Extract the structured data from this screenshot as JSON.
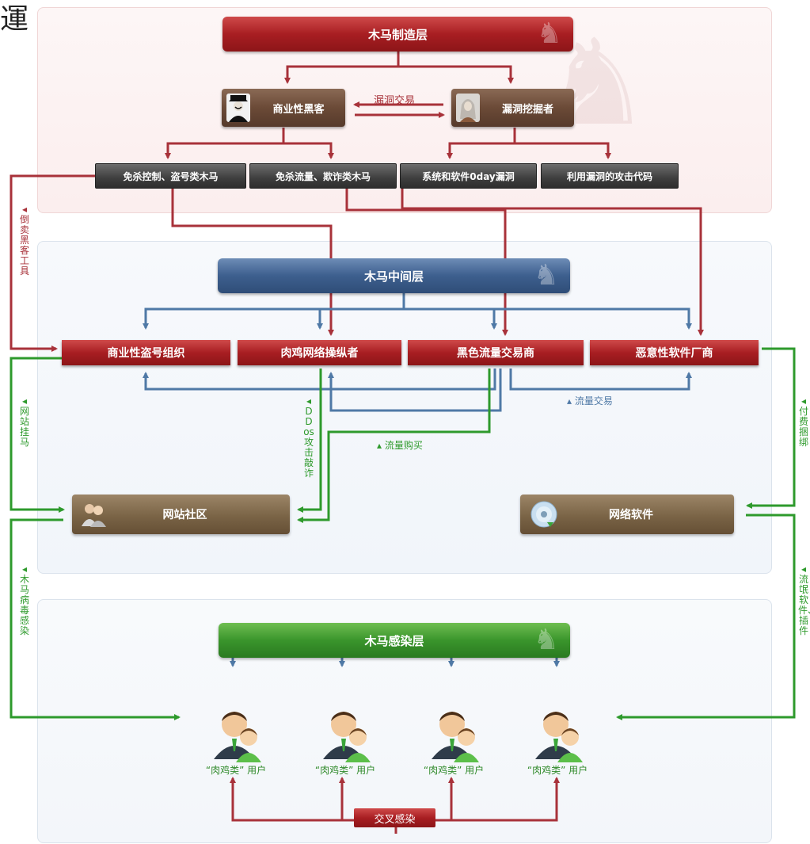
{
  "corner_text": "運",
  "layers": {
    "make": "木马制造层",
    "mid": "木马中间层",
    "infect": "木马感染层"
  },
  "actors": {
    "hacker": "商业性黑客",
    "vuln_digger": "漏洞挖掘者",
    "vuln_trade": "漏洞交易"
  },
  "products": [
    "免杀控制、盗号类木马",
    "免杀流量、欺诈类木马",
    "系统和软件0day漏洞",
    "利用漏洞的攻击代码"
  ],
  "middle": [
    "商业性盗号组织",
    "肉鸡网络操纵者",
    "黑色流量交易商",
    "恶意性软件厂商"
  ],
  "targets": {
    "site": "网站社区",
    "software": "网络软件"
  },
  "edge_labels": {
    "resell_tools": "倒卖黑客工具",
    "site_hang": "网站挂马",
    "trojan_infect": "木马病毒感染",
    "ddos": "DDos攻击敲诈",
    "traffic_trade": "流量交易",
    "traffic_buy": "流量购买",
    "paid_bundle": "付费捆绑",
    "rogue_plugins": "流氓软件、插件"
  },
  "users": [
    "“肉鸡类” 用户",
    "“肉鸡类” 用户",
    "“肉鸡类” 用户",
    "“肉鸡类” 用户"
  ],
  "cross_infection": "交叉感染",
  "colors": {
    "red": "#a8323a",
    "blue": "#4f79a6",
    "green": "#2e9a2c"
  },
  "icons": {
    "hacker": "masked-hacker-icon",
    "vuln_digger": "hooded-figure-icon",
    "site": "community-users-icon",
    "software": "cd-disc-icon",
    "layer_mark": "knight-horse-icon",
    "user": "user-pair-icon"
  }
}
